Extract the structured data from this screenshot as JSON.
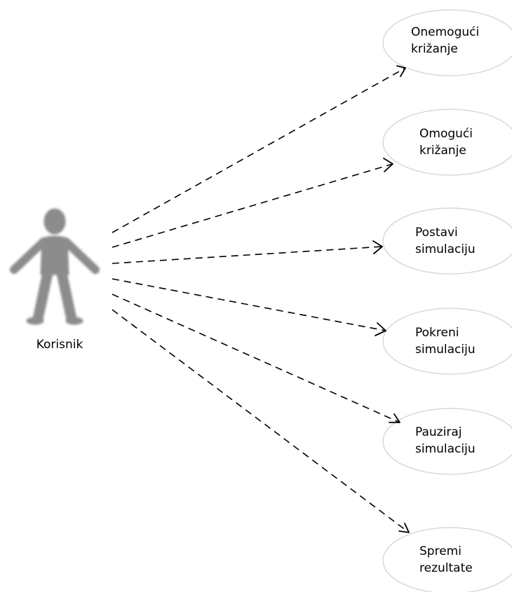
{
  "diagram": {
    "type": "use-case",
    "actor": {
      "name": "Korisnik",
      "icon": "person-icon",
      "color": "#8c8c8c"
    },
    "use_cases": [
      {
        "line1": "Onemogući",
        "line2": "križanje"
      },
      {
        "line1": "Omogući",
        "line2": "križanje"
      },
      {
        "line1": "Postavi",
        "line2": "simulaciju"
      },
      {
        "line1": "Pokreni",
        "line2": "simulaciju"
      },
      {
        "line1": "Pauziraj",
        "line2": "simulaciju"
      },
      {
        "line1": "Spremi",
        "line2": "rezultate"
      }
    ],
    "relations": [
      {
        "from": "Korisnik",
        "to": "Onemogući križanje",
        "style": "dashed-arrow"
      },
      {
        "from": "Korisnik",
        "to": "Omogući križanje",
        "style": "dashed-arrow"
      },
      {
        "from": "Korisnik",
        "to": "Postavi simulaciju",
        "style": "dashed-arrow"
      },
      {
        "from": "Korisnik",
        "to": "Pokreni simulaciju",
        "style": "dashed-arrow"
      },
      {
        "from": "Korisnik",
        "to": "Pauziraj simulaciju",
        "style": "dashed-arrow"
      },
      {
        "from": "Korisnik",
        "to": "Spremi rezultate",
        "style": "dashed-arrow"
      }
    ],
    "colors": {
      "line": "#000000",
      "ellipse_stroke": "#d8d8d8",
      "ellipse_fill": "#ffffff"
    }
  }
}
